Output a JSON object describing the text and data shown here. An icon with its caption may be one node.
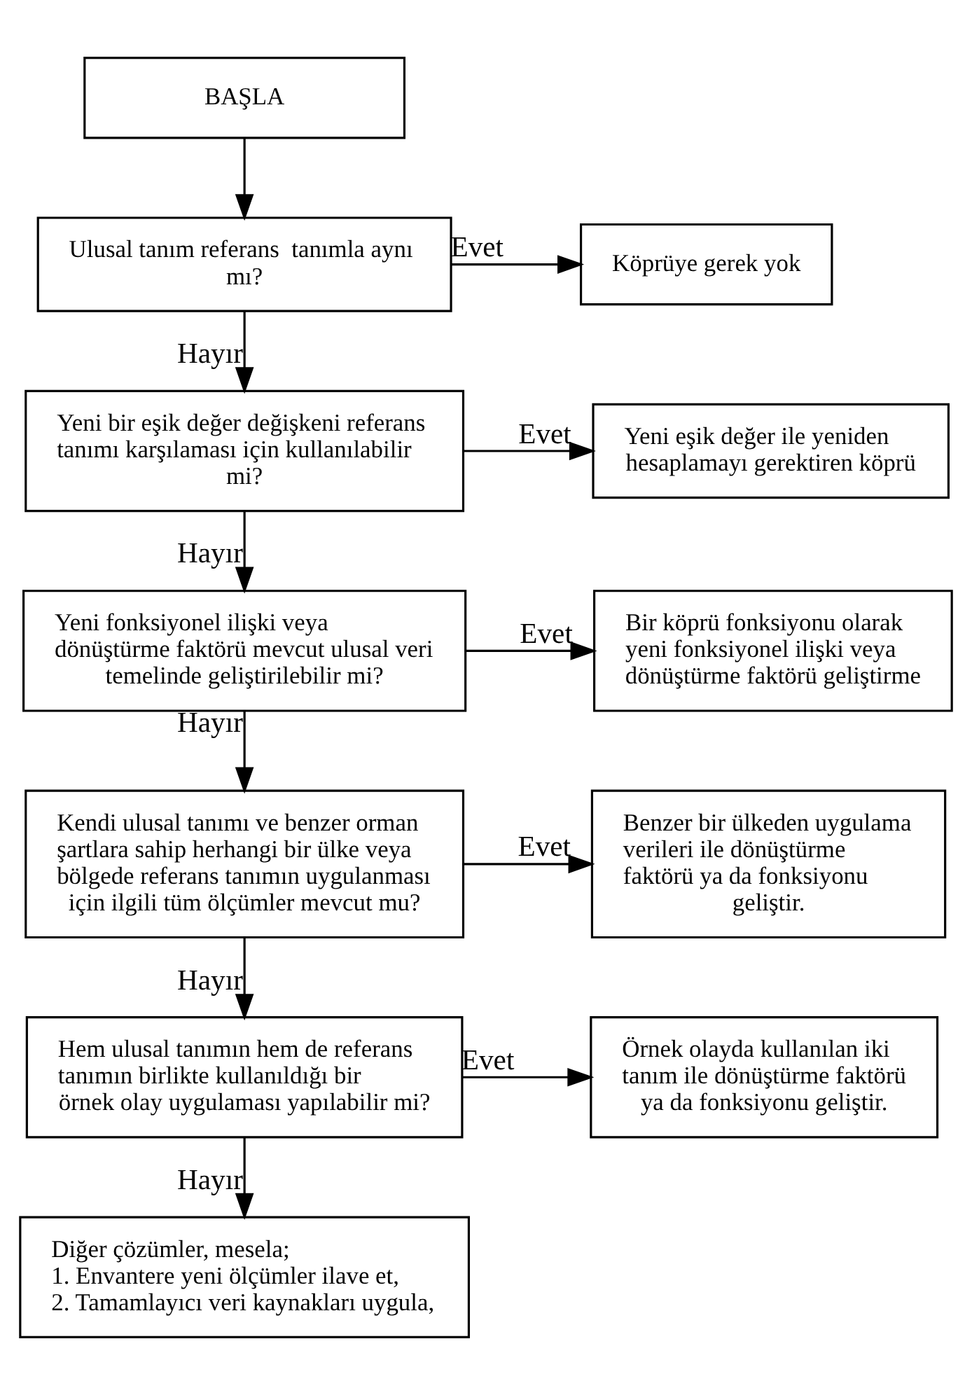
{
  "diagram": {
    "nodes": [
      {
        "text": [
          "BAŞLA"
        ]
      },
      {
        "text": [
          "Ulusal tanım referans  tanımla aynı mı?"
        ]
      },
      {
        "text": [
          "Köprüye gerek yok"
        ]
      },
      {
        "text": [
          "Yeni bir eşik değer değişkeni referans tanımı karşılaması için kullanılabilir mi?"
        ]
      },
      {
        "text": [
          "Yeni eşik değer ile yeniden hesaplamayı gerektiren köprü"
        ]
      },
      {
        "text": [
          "Yeni fonksiyonel ilişki veya dönüştürme faktörü mevcut ulusal veri temelinde geliştirilebilir mi?"
        ]
      },
      {
        "text": [
          "Bir köprü fonksiyonu olarak yeni fonksiyonel ilişki veya dönüştürme faktörü geliştirme"
        ]
      },
      {
        "text": [
          "Kendi ulusal tanımı ve benzer orman şartlara sahip herhangi bir ülke veya bölgede referans tanımın uygulanması için ilgili tüm ölçümler mevcut mu?"
        ]
      },
      {
        "text": [
          "Benzer bir ülkeden uygulama verileri ile dönüştürme faktörü ya da fonksiyonu geliştir."
        ]
      },
      {
        "text": [
          "Hem ulusal tanımın hem de referans tanımın birlikte kullanıldığı bir örnek olay uygulaması yapılabilir mi?"
        ]
      },
      {
        "text": [
          "Örnek olayda kullanılan iki tanım ile dönüştürme faktörü ya da fonksiyonu geliştir."
        ]
      },
      {
        "text": [
          "Diğer çözümler, mesela;",
          "1. Envantere yeni ölçümler ilave et,",
          "2. Tamamlayıcı veri kaynakları uygula,"
        ]
      }
    ],
    "edges": [
      {
        "from": 0,
        "to": 1,
        "arrow": "to"
      },
      {
        "from": 1,
        "to": 2,
        "arrow": "to",
        "label": "Evet"
      },
      {
        "from": 1,
        "to": 3,
        "arrow": "to",
        "label": "Hayır"
      },
      {
        "from": 3,
        "to": 4,
        "arrow": "to",
        "label": "Evet"
      },
      {
        "from": 3,
        "to": 5,
        "arrow": "to",
        "label": "Hayır"
      },
      {
        "from": 5,
        "to": 6,
        "arrow": "to",
        "label": "Evet"
      },
      {
        "from": 5,
        "to": 7,
        "arrow": "to",
        "label": "Hayır"
      },
      {
        "from": 7,
        "to": 8,
        "arrow": "to",
        "label": "Evet"
      },
      {
        "from": 7,
        "to": 9,
        "arrow": "to",
        "label": "Hayır"
      },
      {
        "from": 9,
        "to": 10,
        "arrow": "to",
        "label": "Evet"
      },
      {
        "from": 9,
        "to": 11,
        "arrow": "to",
        "label": "Hayır"
      }
    ]
  }
}
